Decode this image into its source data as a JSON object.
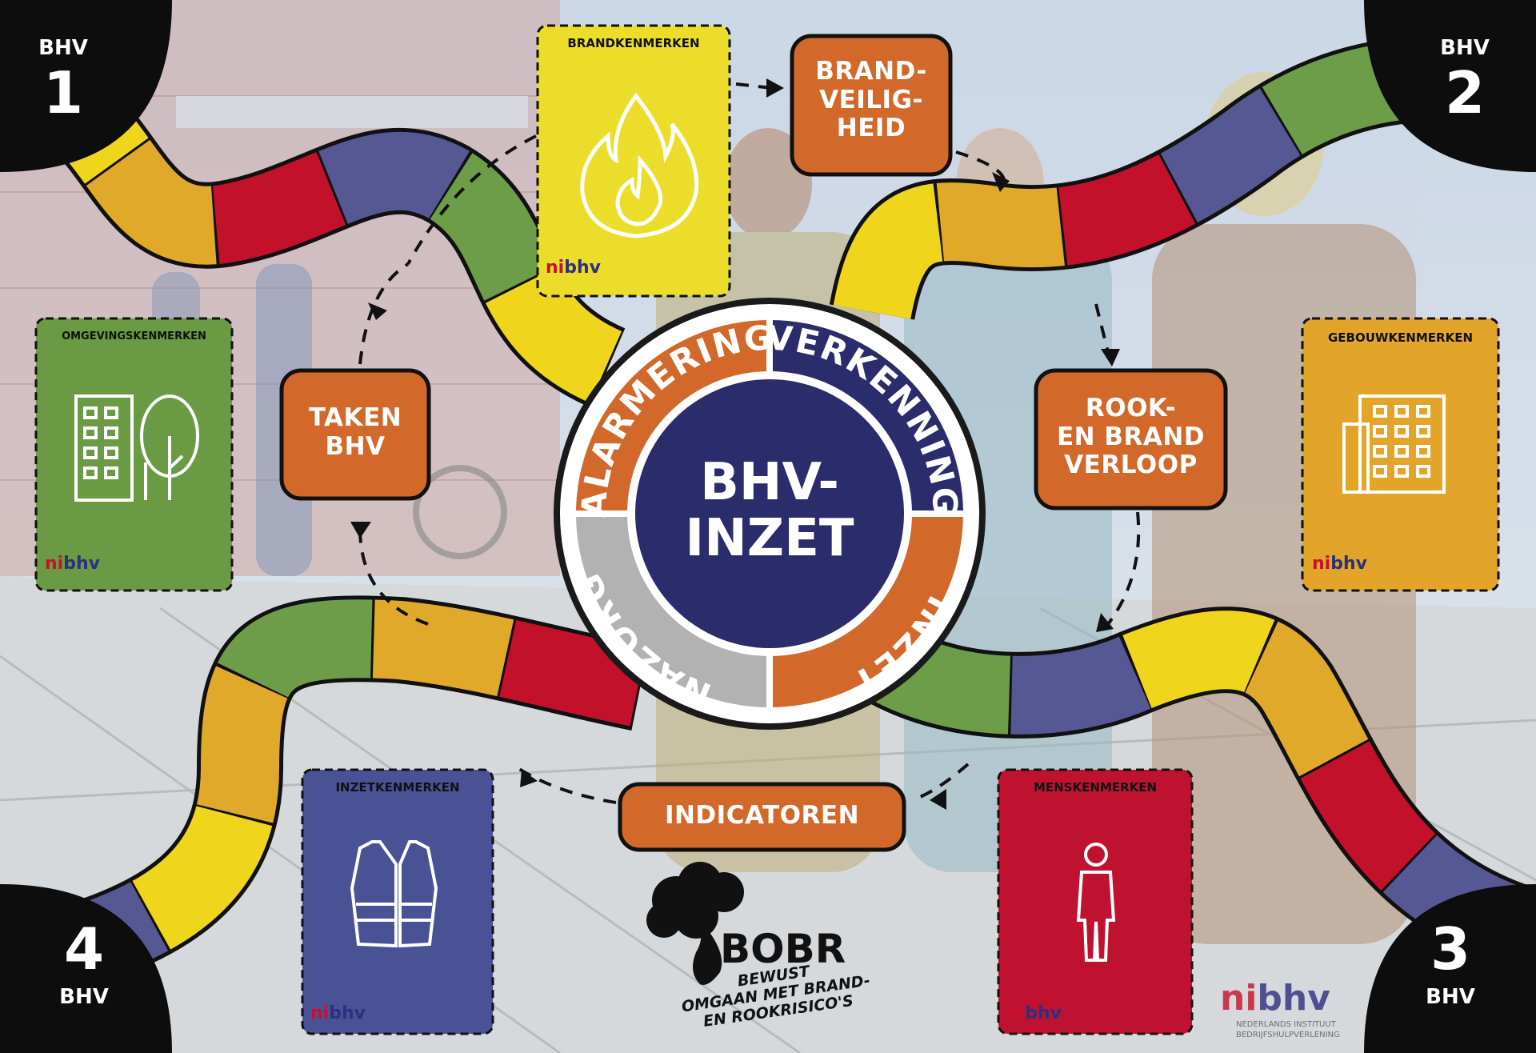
{
  "colors": {
    "yellow": "#efd51c",
    "gold": "#e0a92a",
    "red": "#c3102b",
    "indigo": "#555892",
    "green": "#6d9d49",
    "orange": "#d2692a",
    "navy": "#2b2c6c",
    "grey": "#b2b2b2",
    "black": "#0d0d0d",
    "card_yellow": "#ecdd2a",
    "card_green": "#6a9a43",
    "card_gold": "#e2a52a",
    "card_indigo": "#4a5296",
    "card_red": "#bf1230"
  },
  "corners": [
    {
      "id": "1",
      "label": "BHV",
      "number": "1"
    },
    {
      "id": "2",
      "label": "BHV",
      "number": "2"
    },
    {
      "id": "3",
      "label": "BHV",
      "number": "3"
    },
    {
      "id": "4",
      "label": "BHV",
      "number": "4"
    }
  ],
  "cards": {
    "brand": {
      "title": "BRANDKENMERKEN",
      "icon": "flame-icon"
    },
    "omgeving": {
      "title": "OMGEVINGSKENMERKEN",
      "icon": "building-tree-icon"
    },
    "gebouw": {
      "title": "GEBOUWKENMERKEN",
      "icon": "building-icon"
    },
    "inzet": {
      "title": "INZETKENMERKEN",
      "icon": "vest-icon"
    },
    "mens": {
      "title": "MENSKENMERKEN",
      "icon": "person-icon"
    }
  },
  "tasks": {
    "brandveiligheid": "BRAND-\nVEILIG-\nHEID",
    "rook": "ROOK-\nEN BRAND\nVERLOOP",
    "taken": "TAKEN\nBHV",
    "indicatoren": "INDICATOREN"
  },
  "center": {
    "title": "BHV-\nINZET",
    "ring": {
      "top_left": "ALARMERING",
      "top_right": "VERKENNING",
      "bottom_right": "INZET",
      "bottom_left": "NAZORG"
    }
  },
  "logo": {
    "ni": "ni",
    "bhv": "bhv",
    "line1": "NEDERLANDS INSTITUUT",
    "line2": "BEDRIJFSHULPVERLENING"
  },
  "bobr": {
    "name": "BOBR",
    "tagline": "BEWUST\nOMGAAN MET BRAND-\nEN ROOKRISICO'S"
  }
}
